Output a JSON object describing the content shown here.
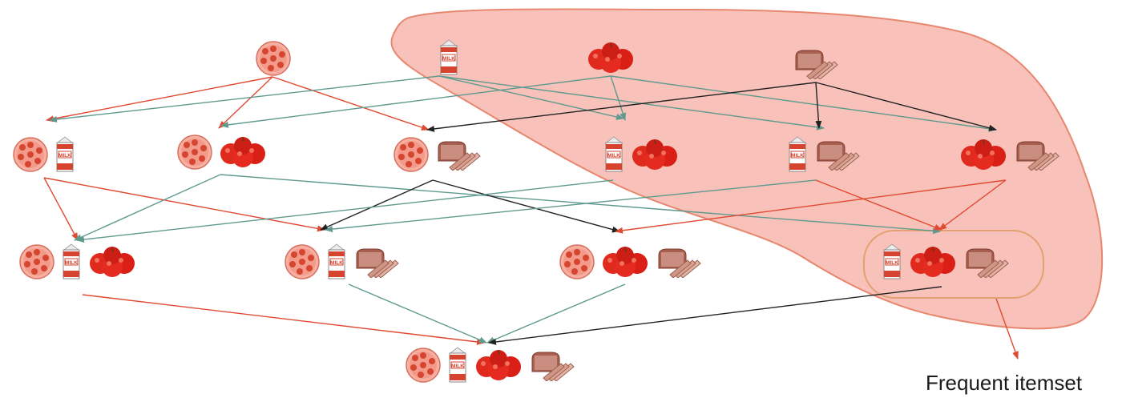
{
  "annotation": {
    "label": "Frequent itemset"
  },
  "items": {
    "pizza": {
      "name": "pizza-icon",
      "fill": "#f39a8a",
      "dot": "#d5452f"
    },
    "milk": {
      "name": "milk-carton-icon",
      "fill": "#ffffff",
      "accent": "#d6432f",
      "text": "MILK"
    },
    "apples": {
      "name": "apples-icon",
      "fill": "#e12a1e"
    },
    "bread": {
      "name": "bread-icon",
      "fill": "#c98e80"
    }
  },
  "levels": [
    {
      "level": 1,
      "itemsets": [
        [
          "pizza"
        ],
        [
          "milk"
        ],
        [
          "apples"
        ],
        [
          "bread"
        ]
      ]
    },
    {
      "level": 2,
      "itemsets": [
        [
          "pizza",
          "milk"
        ],
        [
          "pizza",
          "apples"
        ],
        [
          "pizza",
          "bread"
        ],
        [
          "milk",
          "apples"
        ],
        [
          "milk",
          "bread"
        ],
        [
          "apples",
          "bread"
        ]
      ]
    },
    {
      "level": 3,
      "itemsets": [
        [
          "pizza",
          "milk",
          "apples"
        ],
        [
          "pizza",
          "milk",
          "bread"
        ],
        [
          "pizza",
          "apples",
          "bread"
        ],
        [
          "milk",
          "apples",
          "bread"
        ]
      ]
    },
    {
      "level": 4,
      "itemsets": [
        [
          "pizza",
          "milk",
          "apples",
          "bread"
        ]
      ]
    }
  ],
  "frequent_itemsets": [
    [
      "milk"
    ],
    [
      "apples"
    ],
    [
      "bread"
    ],
    [
      "milk",
      "apples"
    ],
    [
      "milk",
      "bread"
    ],
    [
      "apples",
      "bread"
    ],
    [
      "milk",
      "apples",
      "bread"
    ]
  ],
  "colors": {
    "region_fill": "#f7b6ad",
    "region_stroke": "#e8876f",
    "arrow_red": "#e04a32",
    "arrow_teal": "#5f9a8e",
    "arrow_black": "#222222",
    "highlight_box": "#e3a070"
  }
}
